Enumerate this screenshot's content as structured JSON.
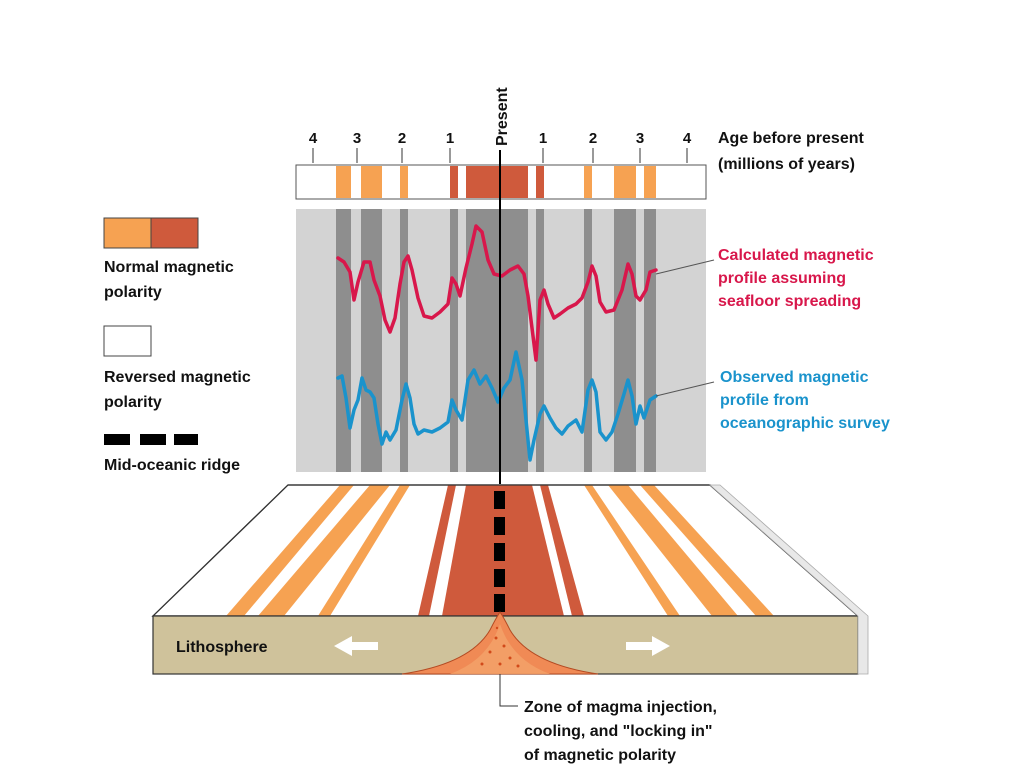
{
  "present_label": "Present",
  "age_ticks": [
    "4",
    "3",
    "2",
    "1",
    "1",
    "2",
    "3",
    "4"
  ],
  "age_axis_label": [
    "Age before present",
    "(millions of years)"
  ],
  "legend": {
    "normal": [
      "Normal  magnetic",
      "polarity"
    ],
    "reversed": [
      "Reversed  magnetic",
      "polarity"
    ],
    "ridge": "Mid-oceanic ridge"
  },
  "calculated_profile_label": [
    "Calculated magnetic",
    "profile assuming",
    "seafloor spreading"
  ],
  "observed_profile_label": [
    "Observed magnetic",
    "profile from",
    "oceanographic survey"
  ],
  "lithosphere_label": "Lithosphere",
  "zone_label": [
    "Zone of magma injection,",
    "cooling, and \"locking in\"",
    "of magnetic polarity"
  ],
  "colors": {
    "normal_light": "#f6a252",
    "normal_dark": "#cf5a3c",
    "calculated": "#d8174b",
    "observed": "#1a93cc",
    "lithosphere": "#cfc29b",
    "profile_bg": "#d3d3d3",
    "stripe_dark": "#8e8e8e"
  },
  "icons": [
    "left-arrow-icon",
    "right-arrow-icon"
  ]
}
